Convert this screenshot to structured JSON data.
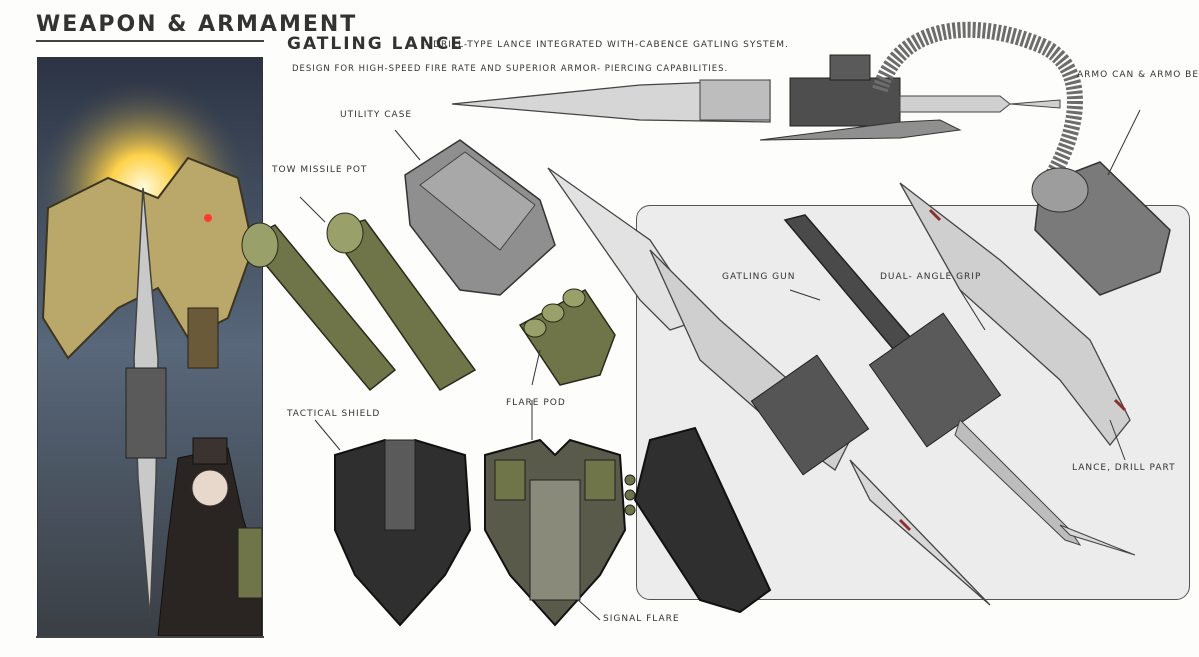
{
  "header": {
    "title": "WEAPON & ARMAMENT",
    "weapon_name": "GATLING LANCE",
    "weapon_subtitle": "- DRILL-TYPE LANCE INTEGRATED WITH-CABENCE GATLING SYSTEM.",
    "weapon_description": "DESIGN FOR HIGH-SPEED FIRE RATE AND SUPERIOR ARMOR- PIERCING CAPABILITIES."
  },
  "labels": {
    "utility_case": "UTILITY CASE",
    "tow_missile_pot": "TOW MISSILE POT",
    "tactical_shield": "TACTICAL SHIELD",
    "flare_pod": "FLARE POD",
    "signal_flare": "SIGNAL FLARE",
    "ammo_can_belt": "ARMO CAN & ARMO BELT",
    "gatling_gun": "GATLING GUN",
    "dual_angle_grip": "DUAL- ANGLE GRIP",
    "lance_drill_part": "LANCE, DRILL PART"
  },
  "colors": {
    "metal_light": "#d9d9d9",
    "metal_dark": "#4a4a4a",
    "olive": "#6f7449",
    "shield": "#2f2f2f",
    "accent_red": "#8c2f2f",
    "panel_bg": "#ececec",
    "spark": "#ffd24a"
  }
}
